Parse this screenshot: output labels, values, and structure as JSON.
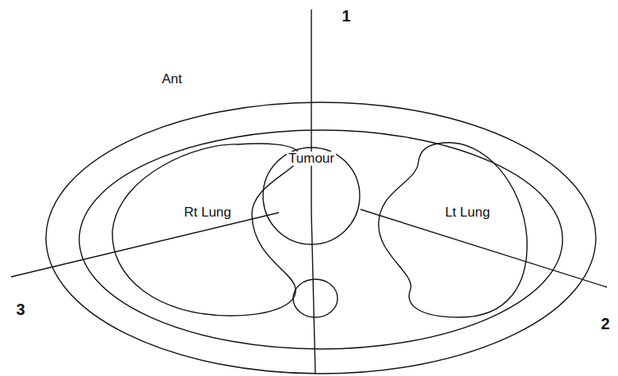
{
  "diagram": {
    "nodes": [
      {
        "text": [
          "Rt Lung"
        ]
      },
      {
        "text": [
          "Tumour"
        ]
      },
      {
        "text": [
          "Lt Lung"
        ]
      }
    ],
    "labels": [
      "Ant",
      "1",
      "2",
      "3"
    ]
  }
}
